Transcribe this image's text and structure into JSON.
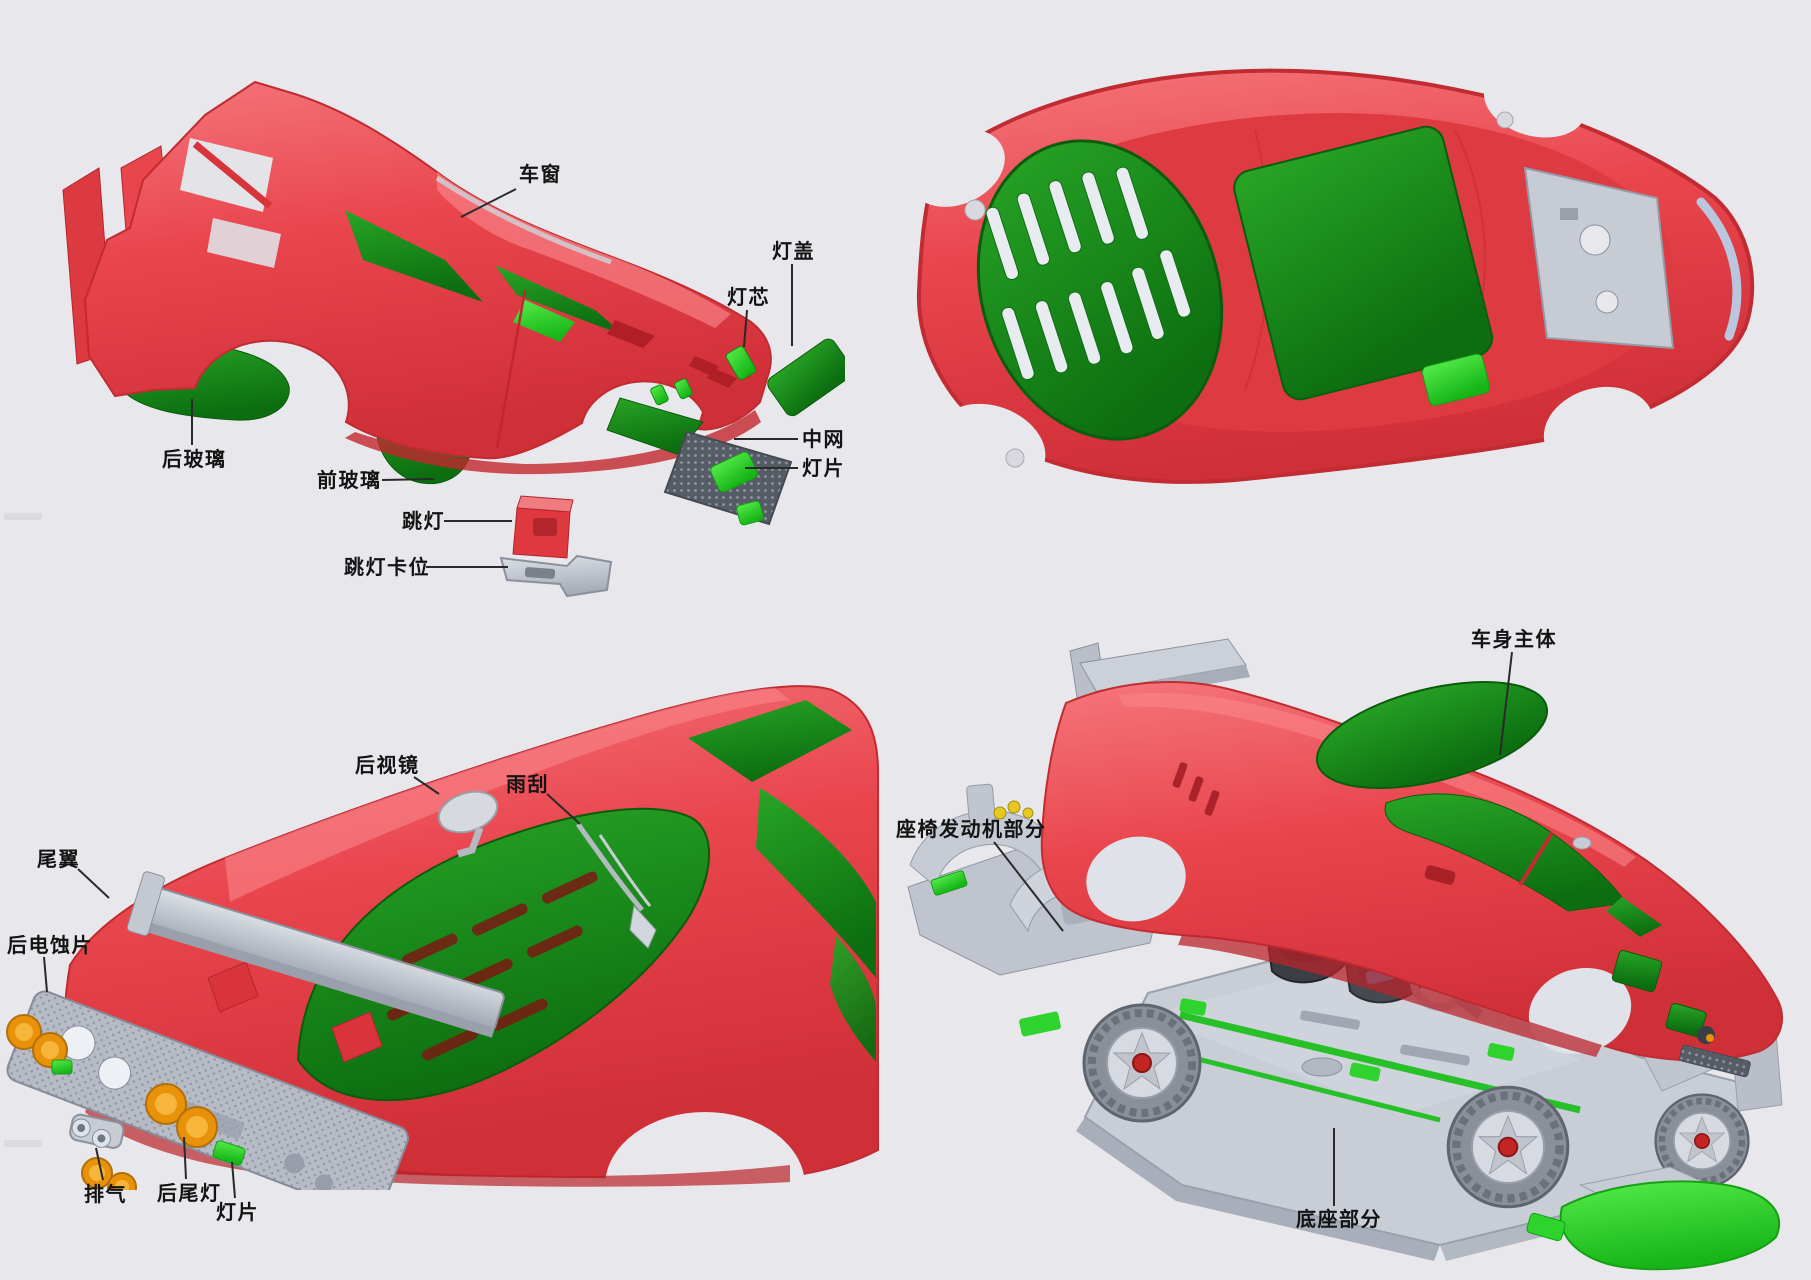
{
  "colors": {
    "background": "#e8e8ec",
    "body_red": "#e9454d",
    "glass_green_dark": "#178915",
    "part_green_bright": "#2ed32e",
    "part_gray": "#bfc4cd",
    "tail_lamp_orange": "#e8920a",
    "wheel_hub_red": "#c32424",
    "accent_blue": "#3fa9e8",
    "label_text": "#141414"
  },
  "labels": {
    "front_view": {
      "window": "车窗",
      "lamp_cover": "灯盖",
      "lamp_core": "灯芯",
      "grille": "中网",
      "lamp_lens": "灯片",
      "rear_glass": "后玻璃",
      "front_glass": "前玻璃",
      "popup_lamp": "跳灯",
      "popup_lamp_mount": "跳灯卡位"
    },
    "rear_view": {
      "mirror": "后视镜",
      "wiper": "雨刮",
      "rear_wing": "尾翼",
      "rear_etched_plate": "后电蚀片",
      "exhaust": "排气",
      "tail_lamp": "后尾灯",
      "lamp_lens": "灯片"
    },
    "assembly_view": {
      "body_shell": "车身主体",
      "seat_engine_section": "座椅发动机部分",
      "base_section": "底座部分"
    }
  }
}
